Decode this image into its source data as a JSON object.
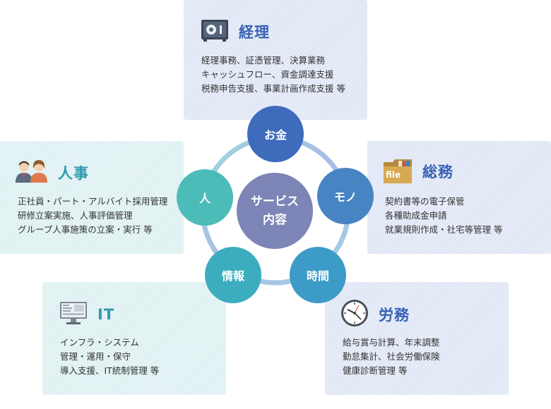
{
  "boxes": {
    "keiri": {
      "title": "経理",
      "icon": "safe-icon",
      "lines": [
        "経理事務、証憑管理、決算業務",
        "キャッシュフロー、資金調達支援",
        "税務申告支援、事業計画作成支援 等"
      ]
    },
    "jinji": {
      "title": "人事",
      "icon": "people-icon",
      "lines": [
        "正社員・パート・アルバイト採用管理",
        "研修立案実施、人事評価管理",
        "グループ人事施策の立案・実行 等"
      ]
    },
    "soumu": {
      "title": "総務",
      "icon": "file-folder-icon",
      "icon_text": "file",
      "lines": [
        "契約書等の電子保管",
        "各種助成金申請",
        "就業規則作成・社宅等管理 等"
      ]
    },
    "it": {
      "title": "IT",
      "icon": "monitor-icon",
      "lines": [
        "インフラ・システム",
        "管理・運用・保守",
        "導入支援、IT統制管理 等"
      ]
    },
    "roumu": {
      "title": "労務",
      "icon": "clock-icon",
      "lines": [
        "給与賞与計算、年末調整",
        "勤怠集計、社会労働保険",
        "健康診断管理 等"
      ]
    }
  },
  "nodes": {
    "okane": "お金",
    "mono": "モノ",
    "jikan": "時間",
    "jouhou": "情報",
    "hito": "人"
  },
  "center": {
    "line1": "サービス",
    "line2": "内容"
  },
  "colors": {
    "okane": "#3f6bbd",
    "mono": "#4784c3",
    "jikan": "#3d9bc7",
    "jouhou": "#3cadbf",
    "hito": "#4bbcb8",
    "center": "#7c85b5",
    "title_blue": "#3a62b4",
    "title_teal": "#2d9ab0"
  }
}
